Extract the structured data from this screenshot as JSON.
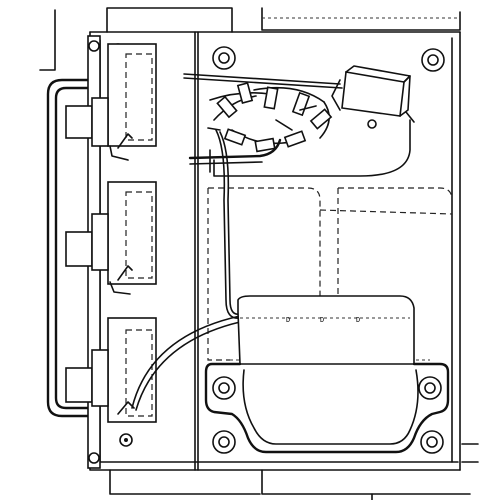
{
  "drawing": {
    "ink_color": "#111111",
    "paper_color": "#ffffff",
    "module_labels": [
      "D",
      "D",
      "D"
    ]
  }
}
